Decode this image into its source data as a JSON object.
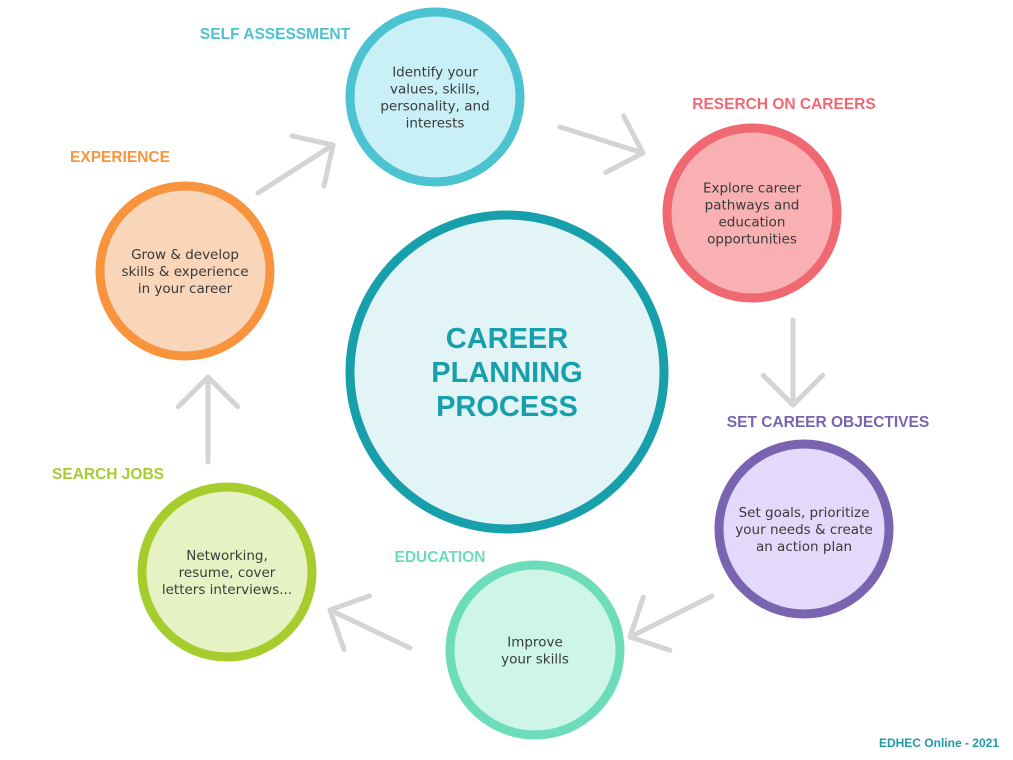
{
  "center": {
    "lines": [
      "CAREER",
      "PLANNING",
      "PROCESS"
    ],
    "color": "#17a0ac",
    "fill": "#e2f4f6"
  },
  "stages": [
    {
      "id": "self-assessment",
      "label": "SELF ASSESSMENT",
      "lines": [
        "Identify your",
        "values, skills,",
        "personality, and",
        "interests"
      ],
      "color": "#4cc3d1",
      "fill": "#c8f0f6"
    },
    {
      "id": "research-on-careers",
      "label": "RESERCH ON CAREERS",
      "lines": [
        "Explore career",
        "pathways and",
        "education",
        "opportunities"
      ],
      "color": "#f06972",
      "fill": "#f8b0b3"
    },
    {
      "id": "set-career-objectives",
      "label": "SET CAREER OBJECTIVES",
      "lines": [
        "Set goals, prioritize",
        "your needs & create",
        "an action plan"
      ],
      "color": "#7a64b2",
      "fill": "#e3d9fa"
    },
    {
      "id": "education",
      "label": "EDUCATION",
      "lines": [
        "Improve",
        "your skills"
      ],
      "color": "#6cdcbb",
      "fill": "#cdf5e8"
    },
    {
      "id": "search-jobs",
      "label": "SEARCH JOBS",
      "lines": [
        "Networking,",
        "resume, cover",
        "letters interviews..."
      ],
      "color": "#a6cc2d",
      "fill": "#e7f2c4"
    },
    {
      "id": "experience",
      "label": "EXPERIENCE",
      "lines": [
        "Grow & develop",
        "skills & experience",
        "in your career"
      ],
      "color": "#f7943d",
      "fill": "#f9d5b9"
    }
  ],
  "arrow_color": "#d4d4d4",
  "footer": "EDHEC Online - 2021"
}
